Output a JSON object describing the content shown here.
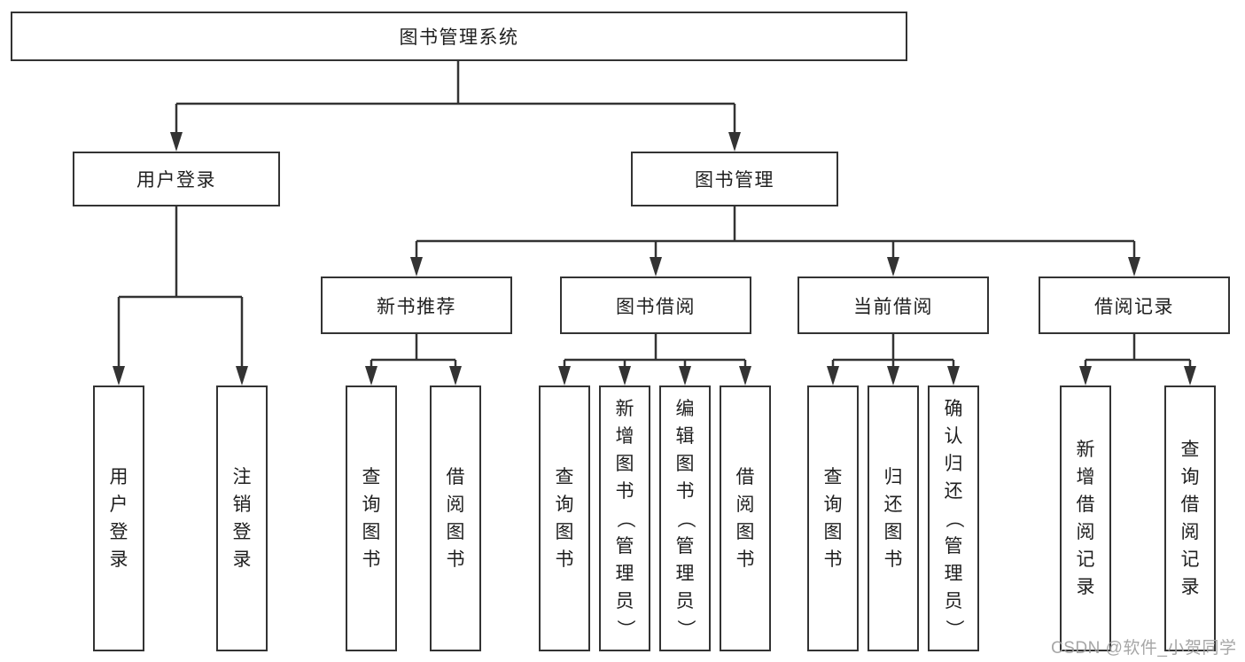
{
  "diagram": {
    "root": {
      "label": "图书管理系统"
    },
    "branches": [
      {
        "label": "用户登录",
        "children": [
          {
            "label": "用户登录"
          },
          {
            "label": "注销登录"
          }
        ]
      },
      {
        "label": "图书管理",
        "children": [
          {
            "label": "新书推荐",
            "children": [
              {
                "label": "查询图书"
              },
              {
                "label": "借阅图书"
              }
            ]
          },
          {
            "label": "图书借阅",
            "children": [
              {
                "label": "查询图书"
              },
              {
                "label": "新增图书（管理员）"
              },
              {
                "label": "编辑图书（管理员）"
              },
              {
                "label": "借阅图书"
              }
            ]
          },
          {
            "label": "当前借阅",
            "children": [
              {
                "label": "查询图书"
              },
              {
                "label": "归还图书"
              },
              {
                "label": "确认归还（管理员）"
              }
            ]
          },
          {
            "label": "借阅记录",
            "children": [
              {
                "label": "新增借阅记录"
              },
              {
                "label": "查询借阅记录"
              }
            ]
          }
        ]
      }
    ]
  },
  "watermark": {
    "text": "CSDN @软件_小贺同学"
  },
  "colors": {
    "line": "#333333",
    "box_border": "#333333",
    "text": "#1f1f1f",
    "watermark": "#9e9e9e",
    "background": "#ffffff"
  }
}
